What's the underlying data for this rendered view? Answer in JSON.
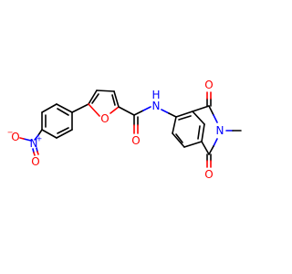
{
  "molecule": {
    "atoms": {
      "furan_o": "O",
      "amide_o": "O",
      "amide_n": "N",
      "amide_h": "H",
      "imide_n": "N",
      "imide_o_top": "O",
      "imide_o_bottom": "O",
      "nitro_n": "N",
      "nitro_n_charge": "+",
      "nitro_o_left": "O",
      "nitro_o_left_charge": "−",
      "nitro_o_bottom": "O"
    },
    "colors": {
      "oxygen": "#ff0000",
      "nitrogen": "#0000ff",
      "carbon_bond": "#000000"
    }
  }
}
